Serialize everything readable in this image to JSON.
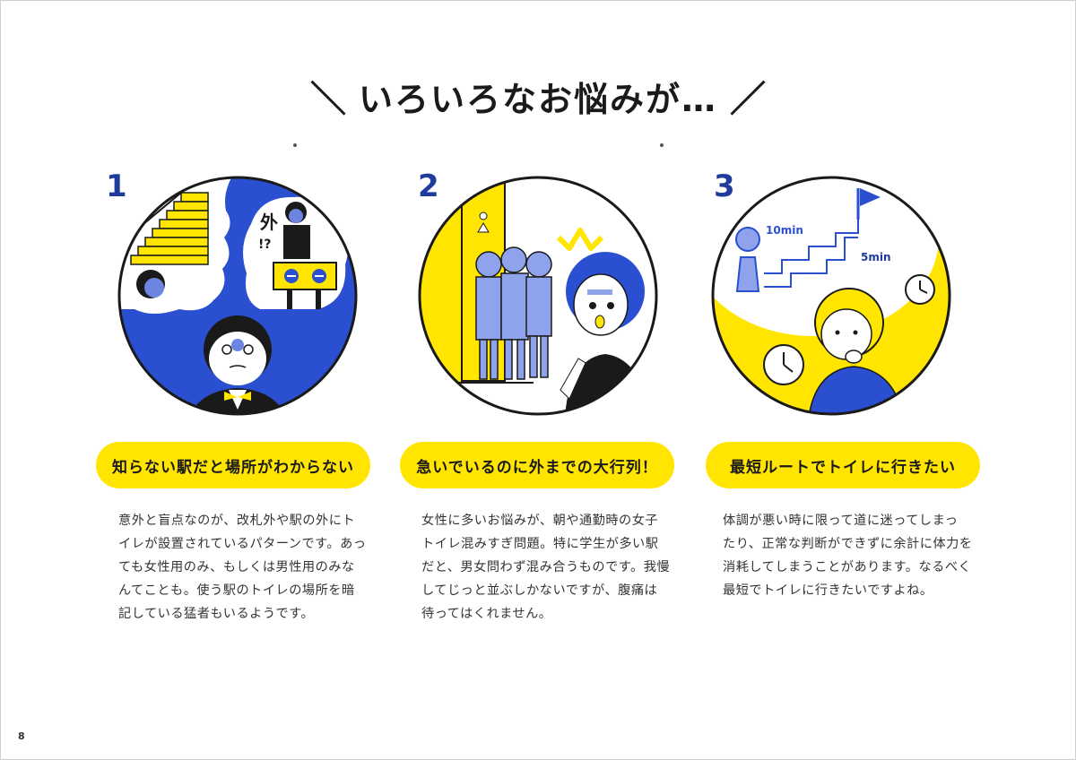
{
  "page": {
    "number": "8"
  },
  "heading": {
    "left_mark": "＼",
    "text": "いろいろなお悩みが…",
    "right_mark": "／"
  },
  "colors": {
    "yellow": "#ffe500",
    "blue": "#2a4fd0",
    "navy": "#1f3c9c",
    "dark": "#1a1a1a"
  },
  "sections": [
    {
      "number": "1",
      "label": "知らない駅だと場所がわからない",
      "illustration": "confused-man-stairs-gates",
      "sign_text": "外",
      "sign_marks": "!?",
      "body": [
        "意外と盲点なのが、改札外や駅の外にト",
        "イレが設置されているパターンです。あっ",
        "ても女性用のみ、もしくは男性用のみな",
        "んてことも。使う駅のトイレの場所を暗",
        "記している猛者もいるようです。"
      ]
    },
    {
      "number": "2",
      "label": "急いでいるのに外までの大行列！",
      "illustration": "woman-long-restroom-queue",
      "body": [
        "女性に多いお悩みが、朝や通勤時の女子",
        "トイレ混みすぎ問題。特に学生が多い駅",
        "だと、男女問わず混み合うものです。我慢",
        "してじっと並ぶしかないですが、腹痛は",
        "待ってはくれません。"
      ]
    },
    {
      "number": "3",
      "label": "最短ルートでトイレに行きたい",
      "illustration": "thinking-man-route-clocks",
      "route_long": "10min",
      "route_short": "5min",
      "body": [
        "体調が悪い時に限って道に迷ってしまっ",
        "たり、正常な判断ができずに余計に体力を",
        "消耗してしまうことがあります。なるべく",
        "最短でトイレに行きたいですよね。"
      ]
    }
  ]
}
